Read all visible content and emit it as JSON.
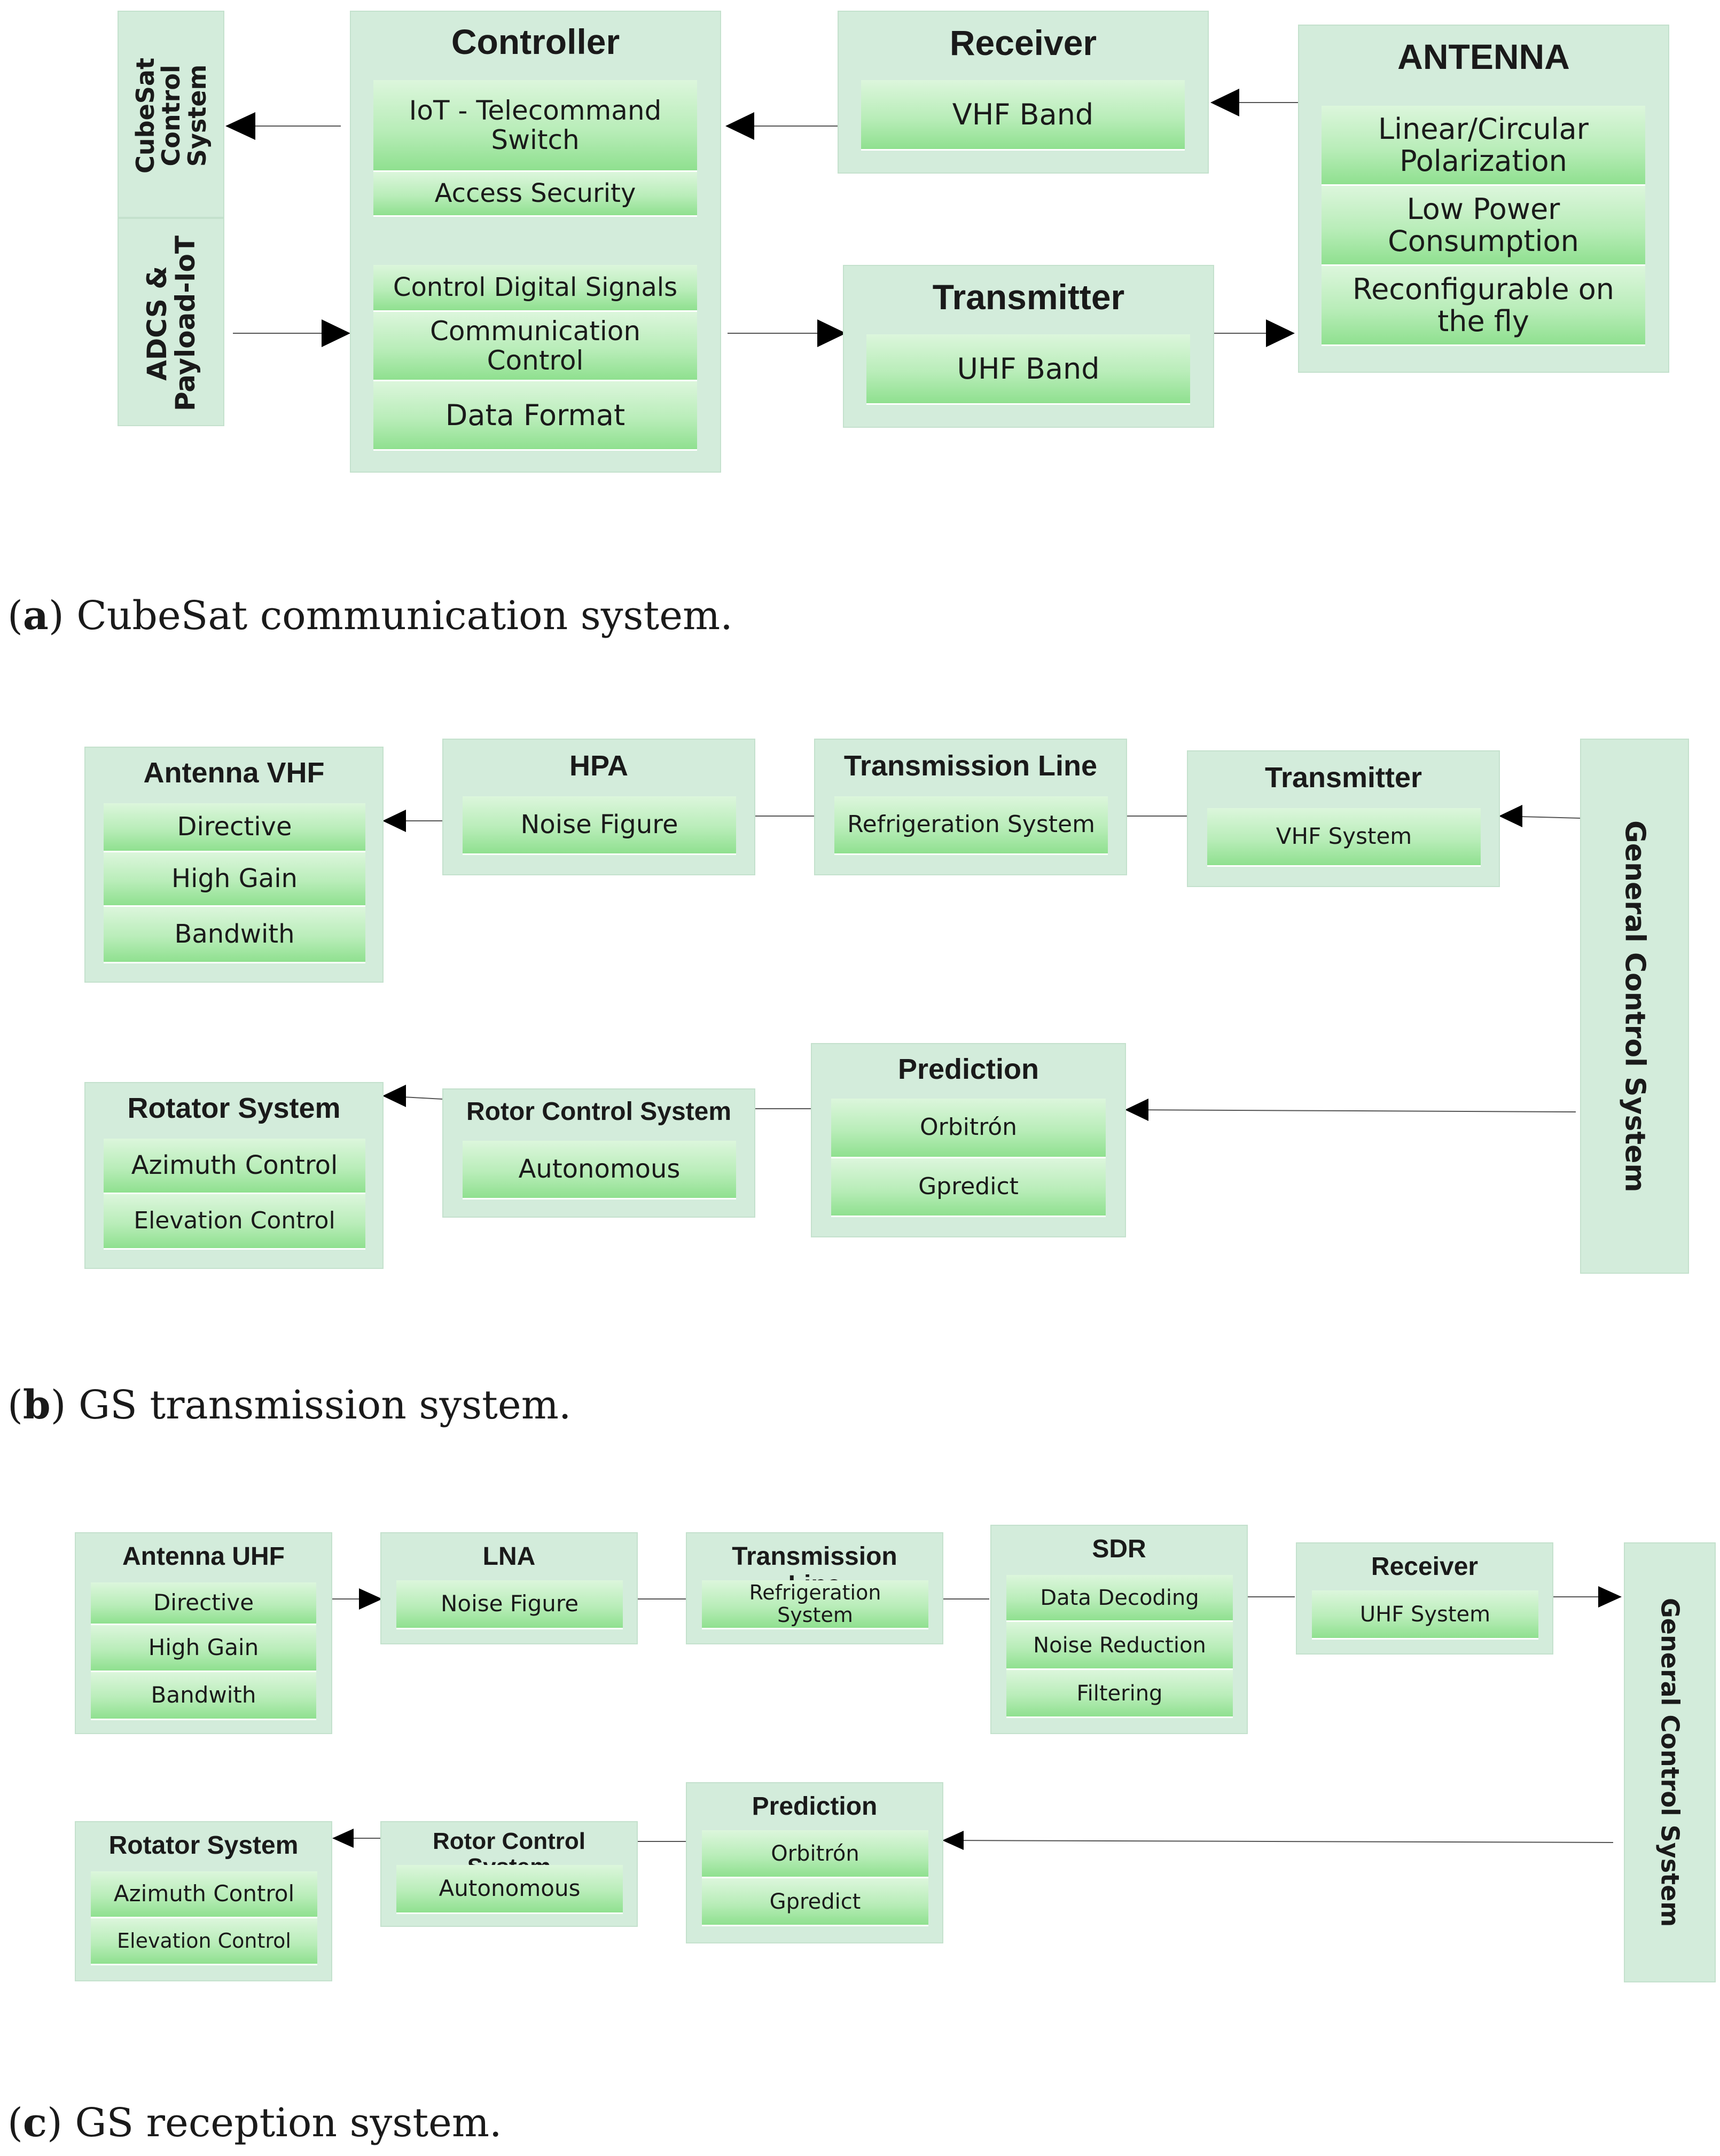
{
  "a": {
    "control_panel": {
      "top": "CubeSat\nControl\nSystem",
      "bottom": "ADCS &\nPayload-IoT"
    },
    "controller": {
      "title": "Controller",
      "items": [
        "IoT - Telecommand\nSwitch",
        "Access Security",
        "Control Digital Signals",
        "Communication\nControl",
        "Data Format"
      ]
    },
    "receiver": {
      "title": "Receiver",
      "items": [
        "VHF Band"
      ]
    },
    "transmitter": {
      "title": "Transmitter",
      "items": [
        "UHF Band"
      ]
    },
    "antenna": {
      "title": "ANTENNA",
      "items": [
        "Linear/Circular\nPolarization",
        "Low Power\nConsumption",
        "Reconfigurable on\nthe fly"
      ]
    },
    "caption": {
      "letter": "a",
      "text": " CubeSat communication system."
    }
  },
  "b": {
    "antenna": {
      "title": "Antenna VHF",
      "items": [
        "Directive",
        "High Gain",
        "Bandwith"
      ]
    },
    "hpa": {
      "title": "HPA",
      "items": [
        "Noise Figure"
      ]
    },
    "tline": {
      "title": "Transmission Line",
      "items": [
        "Refrigeration System"
      ]
    },
    "transmitter": {
      "title": "Transmitter",
      "items": [
        "VHF System"
      ]
    },
    "gcs": "General Control System",
    "rotator": {
      "title": "Rotator System",
      "items": [
        "Azimuth Control",
        "Elevation Control"
      ]
    },
    "rotor": {
      "title": "Rotor Control System",
      "items": [
        "Autonomous"
      ]
    },
    "prediction": {
      "title": "Prediction",
      "items": [
        "Orbitrón",
        "Gpredict"
      ]
    },
    "caption": {
      "letter": "b",
      "text": " GS transmission system."
    }
  },
  "c": {
    "antenna": {
      "title": "Antenna UHF",
      "items": [
        "Directive",
        "High Gain",
        "Bandwith"
      ]
    },
    "lna": {
      "title": "LNA",
      "items": [
        "Noise Figure"
      ]
    },
    "tline": {
      "title": "Transmission\nLine",
      "items": [
        "Refrigeration\nSystem"
      ]
    },
    "sdr": {
      "title": "SDR",
      "items": [
        "Data Decoding",
        "Noise Reduction",
        "Filtering"
      ]
    },
    "receiver": {
      "title": "Receiver",
      "items": [
        "UHF System"
      ]
    },
    "gcs": "General Control System",
    "rotator": {
      "title": "Rotator System",
      "items": [
        "Azimuth Control",
        "Elevation Control"
      ]
    },
    "rotor": {
      "title": "Rotor Control\nSystem",
      "items": [
        "Autonomous"
      ]
    },
    "prediction": {
      "title": "Prediction",
      "items": [
        "Orbitrón",
        "Gpredict"
      ]
    },
    "caption": {
      "letter": "c",
      "text": " GS reception system."
    }
  }
}
